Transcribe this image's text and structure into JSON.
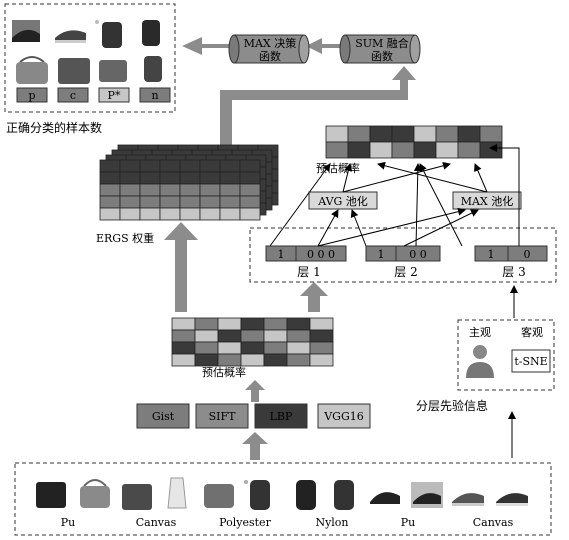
{
  "top_left_box": {
    "labels": [
      "p",
      "c",
      "P*",
      "n"
    ],
    "caption": "正确分类的样本数"
  },
  "max_cylinder": {
    "line1": "MAX 决策",
    "line2": "函数"
  },
  "sum_cylinder": {
    "line1": "SUM 融合",
    "line2": "函数"
  },
  "ergs_label": "ERGS 权重",
  "prob_top_label": "预估概率",
  "prob_bottom_label": "预估概率",
  "avg_pool": "AVG 池化",
  "max_pool": "MAX 池化",
  "layers": [
    {
      "v1": "1",
      "v2": "0 0 0",
      "label": "层 1"
    },
    {
      "v1": "1",
      "v2": "0 0",
      "label": "层 2"
    },
    {
      "v1": "1",
      "v2": "0",
      "label": "层 3"
    }
  ],
  "features": [
    "Gist",
    "SIFT",
    "LBP",
    "VGG16"
  ],
  "prior_box": {
    "subjective": "主观",
    "objective": "客观",
    "tsne": "t-SNE",
    "caption": "分层先验信息"
  },
  "bottom_labels": [
    "Pu",
    "Canvas",
    "Polyester",
    "Nylon",
    "Pu",
    "Canvas"
  ],
  "colors": {
    "dark": "#3a3a3a",
    "mid": "#7d7d7d",
    "light": "#c6c6c6",
    "arrow": "#8c8c8c"
  }
}
